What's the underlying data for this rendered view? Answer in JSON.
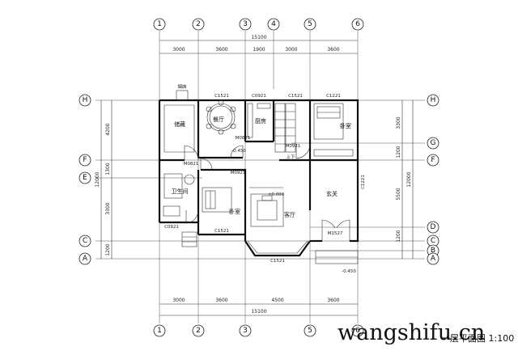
{
  "axes": {
    "top": [
      "1",
      "2",
      "3",
      "4",
      "5",
      "6"
    ],
    "bottom": [
      "1",
      "2",
      "3",
      "5",
      "6"
    ],
    "left": [
      "H",
      "F",
      "E",
      "C",
      "A"
    ],
    "right": [
      "H",
      "G",
      "F",
      "D",
      "C",
      "B",
      "A"
    ]
  },
  "dims": {
    "top_total": "15100",
    "top_segments": [
      "3000",
      "3600",
      "1900",
      "3000",
      "3600"
    ],
    "bottom_total": "15100",
    "bottom_segments": [
      "3000",
      "3600",
      "4500",
      "3600"
    ],
    "left_total": "12000",
    "left_segments": [
      "4200",
      "1300",
      "3300",
      "1200"
    ],
    "right_total": "12000",
    "right_segments": [
      "3300",
      "1200",
      "5500",
      "1200"
    ]
  },
  "rooms": {
    "storage": "储藏",
    "dining": "餐厅",
    "kitchen": "厨房",
    "bedroom_ne": "卧室",
    "bathroom": "卫生间",
    "bedroom_sw": "卧室",
    "living": "客厅",
    "entrance": "玄关"
  },
  "codes": {
    "c1": "C1521",
    "c2": "C0921",
    "c3": "C1521",
    "c4": "C1221",
    "c5": "C1521",
    "c6": "C1521",
    "c7": "C1221",
    "c8": "C0921",
    "m1": "M0821",
    "m2": "M0921",
    "m3": "M0921",
    "m4": "M0821",
    "m5": "M1527",
    "level1": "-0.450",
    "level2": "±0.000",
    "level3": "-0.450",
    "stair": "上下",
    "chimney": "烟囱"
  },
  "watermark": "wangshifu.cn",
  "title_block": "一层平面图 1:100"
}
